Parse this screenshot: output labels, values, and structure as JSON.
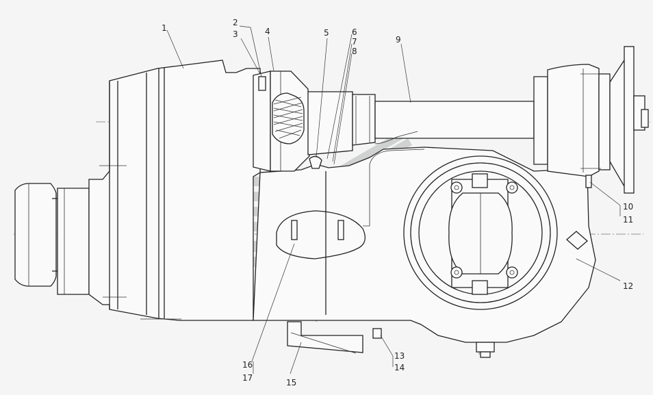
{
  "diagram": {
    "callouts": [
      {
        "id": "c1",
        "text": "1"
      },
      {
        "id": "c2",
        "text": "2"
      },
      {
        "id": "c3",
        "text": "3"
      },
      {
        "id": "c4",
        "text": "4"
      },
      {
        "id": "c5",
        "text": "5"
      },
      {
        "id": "c6",
        "text": "6"
      },
      {
        "id": "c7",
        "text": "7"
      },
      {
        "id": "c8",
        "text": "8"
      },
      {
        "id": "c9",
        "text": "9"
      },
      {
        "id": "c10",
        "text": "10"
      },
      {
        "id": "c11",
        "text": "11"
      },
      {
        "id": "c12",
        "text": "12"
      },
      {
        "id": "c13",
        "text": "13"
      },
      {
        "id": "c14",
        "text": "14"
      },
      {
        "id": "c15",
        "text": "15"
      },
      {
        "id": "c16",
        "text": "16"
      },
      {
        "id": "c17",
        "text": "17"
      }
    ],
    "colors": {
      "line": "#222222",
      "paper": "#f5f5f5",
      "watermark": "#c9cdcb"
    },
    "watermark_icon": "stylized-chevron-logo"
  }
}
